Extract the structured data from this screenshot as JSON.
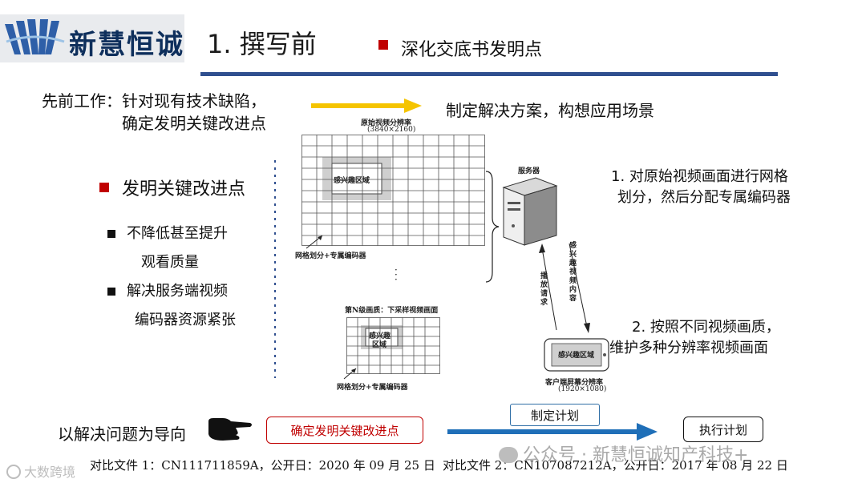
{
  "header": {
    "logo_text": "新慧恒诚",
    "slide_title": "1. 撰写前",
    "section_label": "深化交底书发明点"
  },
  "left": {
    "prior_work_line1": "先前工作：针对现有技术缺陷，",
    "prior_work_line2": "确定发明关键改进点",
    "key_points_title": "发明关键改进点",
    "bullets": [
      {
        "line1": "不降低甚至提升",
        "line2": "观看质量"
      },
      {
        "line1": "解决服务端视频",
        "line2": "编码器资源紧张"
      }
    ]
  },
  "right": {
    "plan_text": "制定解决方案，构想应用场景",
    "step1_line1": "1. 对原始视频画面进行网格",
    "step1_line2": "划分，然后分配专属编码器",
    "step2_line1": "2. 按照不同视频画质，",
    "step2_line2": "维护多种分辨率视频画面"
  },
  "diagram": {
    "orig_res_label": "原始视频分辨率",
    "orig_res_value": "(3840×2160)",
    "roi_label": "感兴趣区域",
    "grid_label": "网格划分+专属编码器",
    "server_label": "服务器",
    "nth_level_label": "第N级画质：下采样视频画面",
    "small_roi_line1": "感兴趣",
    "small_roi_line2": "区域",
    "small_grid_label": "网格划分+专属编码器",
    "client_roi_label": "感兴趣区域",
    "client_res_label": "客户端屏幕分辨率",
    "client_res_value": "(1920×1080)",
    "arrow_up_text": "播放请求",
    "arrow_down_text": "感兴趣视频内容"
  },
  "bottom": {
    "guide_text": "以解决问题为导向",
    "btn_key_points": "确定发明关键改进点",
    "btn_plan": "制定计划",
    "btn_execute": "执行计划",
    "ref1": "对比文件 1：CN111711859A，公开日：2020 年 09 月 25 日",
    "ref2": "对比文件 2：CN107087212A，公开日：2017 年 08 月 22 日",
    "watermark_main": "公众号 · 新慧恒诚知产科技+",
    "watermark_corner": "大数跨境"
  },
  "colors": {
    "accent_red": "#c00000",
    "rule_blue": "#2f4f8f",
    "arrow_blue": "#1f6fb8",
    "arrow_yellow": "#f5c400",
    "logo_navy": "#0e2f5c"
  }
}
